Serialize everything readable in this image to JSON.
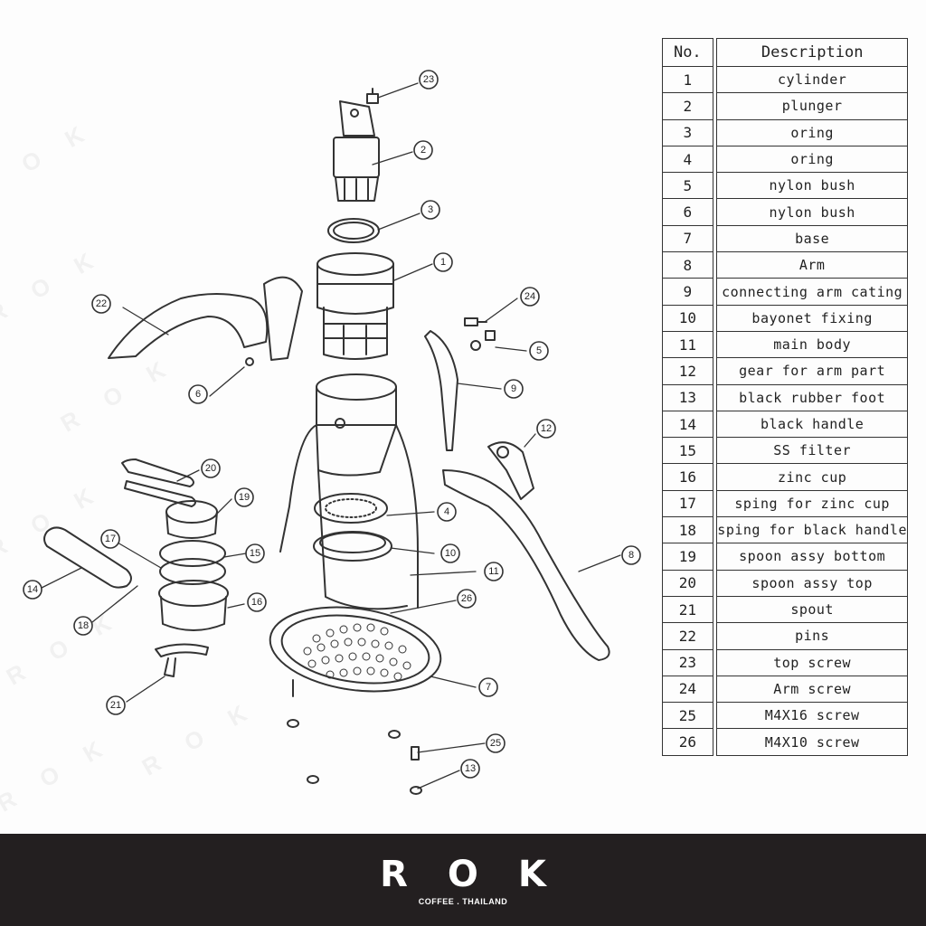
{
  "table": {
    "header": {
      "no": "No.",
      "description": "Description"
    },
    "rows": [
      {
        "no": "1",
        "description": "cylinder"
      },
      {
        "no": "2",
        "description": "plunger"
      },
      {
        "no": "3",
        "description": "oring"
      },
      {
        "no": "4",
        "description": "oring"
      },
      {
        "no": "5",
        "description": "nylon bush"
      },
      {
        "no": "6",
        "description": "nylon bush"
      },
      {
        "no": "7",
        "description": "base"
      },
      {
        "no": "8",
        "description": "Arm"
      },
      {
        "no": "9",
        "description": "connecting arm cating"
      },
      {
        "no": "10",
        "description": "bayonet fixing"
      },
      {
        "no": "11",
        "description": "main body"
      },
      {
        "no": "12",
        "description": "gear for arm part"
      },
      {
        "no": "13",
        "description": "black rubber foot"
      },
      {
        "no": "14",
        "description": "black handle"
      },
      {
        "no": "15",
        "description": "SS filter"
      },
      {
        "no": "16",
        "description": "zinc cup"
      },
      {
        "no": "17",
        "description": "sping for zinc cup"
      },
      {
        "no": "18",
        "description": "sping for black handle"
      },
      {
        "no": "19",
        "description": "spoon assy bottom"
      },
      {
        "no": "20",
        "description": "spoon assy top"
      },
      {
        "no": "21",
        "description": "spout"
      },
      {
        "no": "22",
        "description": "pins"
      },
      {
        "no": "23",
        "description": "top screw"
      },
      {
        "no": "24",
        "description": "Arm screw"
      },
      {
        "no": "25",
        "description": "M4X16 screw"
      },
      {
        "no": "26",
        "description": "M4X10 screw"
      }
    ]
  },
  "callouts": [
    "1",
    "2",
    "3",
    "4",
    "5",
    "6",
    "7",
    "8",
    "9",
    "10",
    "11",
    "12",
    "13",
    "14",
    "15",
    "16",
    "17",
    "18",
    "19",
    "20",
    "21",
    "22",
    "23",
    "24",
    "25",
    "26"
  ],
  "watermark": "R O K",
  "brand": {
    "logo": "ROK",
    "tagline": "COFFEE . THAILAND"
  },
  "colors": {
    "footer": "#231f20",
    "line": "#333333",
    "text": "#222222"
  }
}
